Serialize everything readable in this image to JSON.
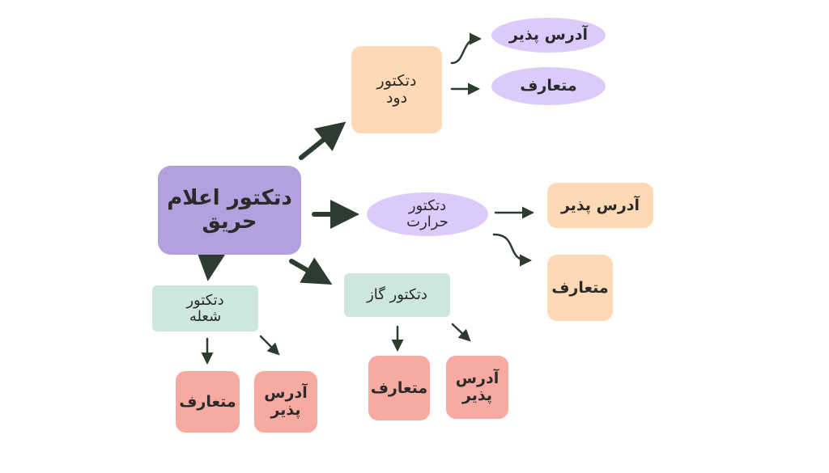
{
  "colors": {
    "center": "#b3a0de",
    "peach": "#fdd9b6",
    "lavender": "#dccbfa",
    "mint": "#cde6df",
    "pink": "#f7aaa2",
    "arrow": "#2d3c31"
  },
  "nodes": {
    "root": "دتکتور اعلام\nحریق",
    "smoke": "دتکتور\nدود",
    "smoke_addressable": "آدرس پذیر",
    "smoke_conventional": "متعارف",
    "heat": "دتکتور\nحرارت",
    "heat_addressable": "آدرس پذیر",
    "heat_conventional": "متعارف",
    "gas": "دتکتور گاز",
    "gas_conventional": "متعارف",
    "gas_addressable": "آدرس\nپذیر",
    "flame": "دتکتور\nشعله",
    "flame_conventional": "متعارف",
    "flame_addressable": "آدرس\nپذیر"
  }
}
